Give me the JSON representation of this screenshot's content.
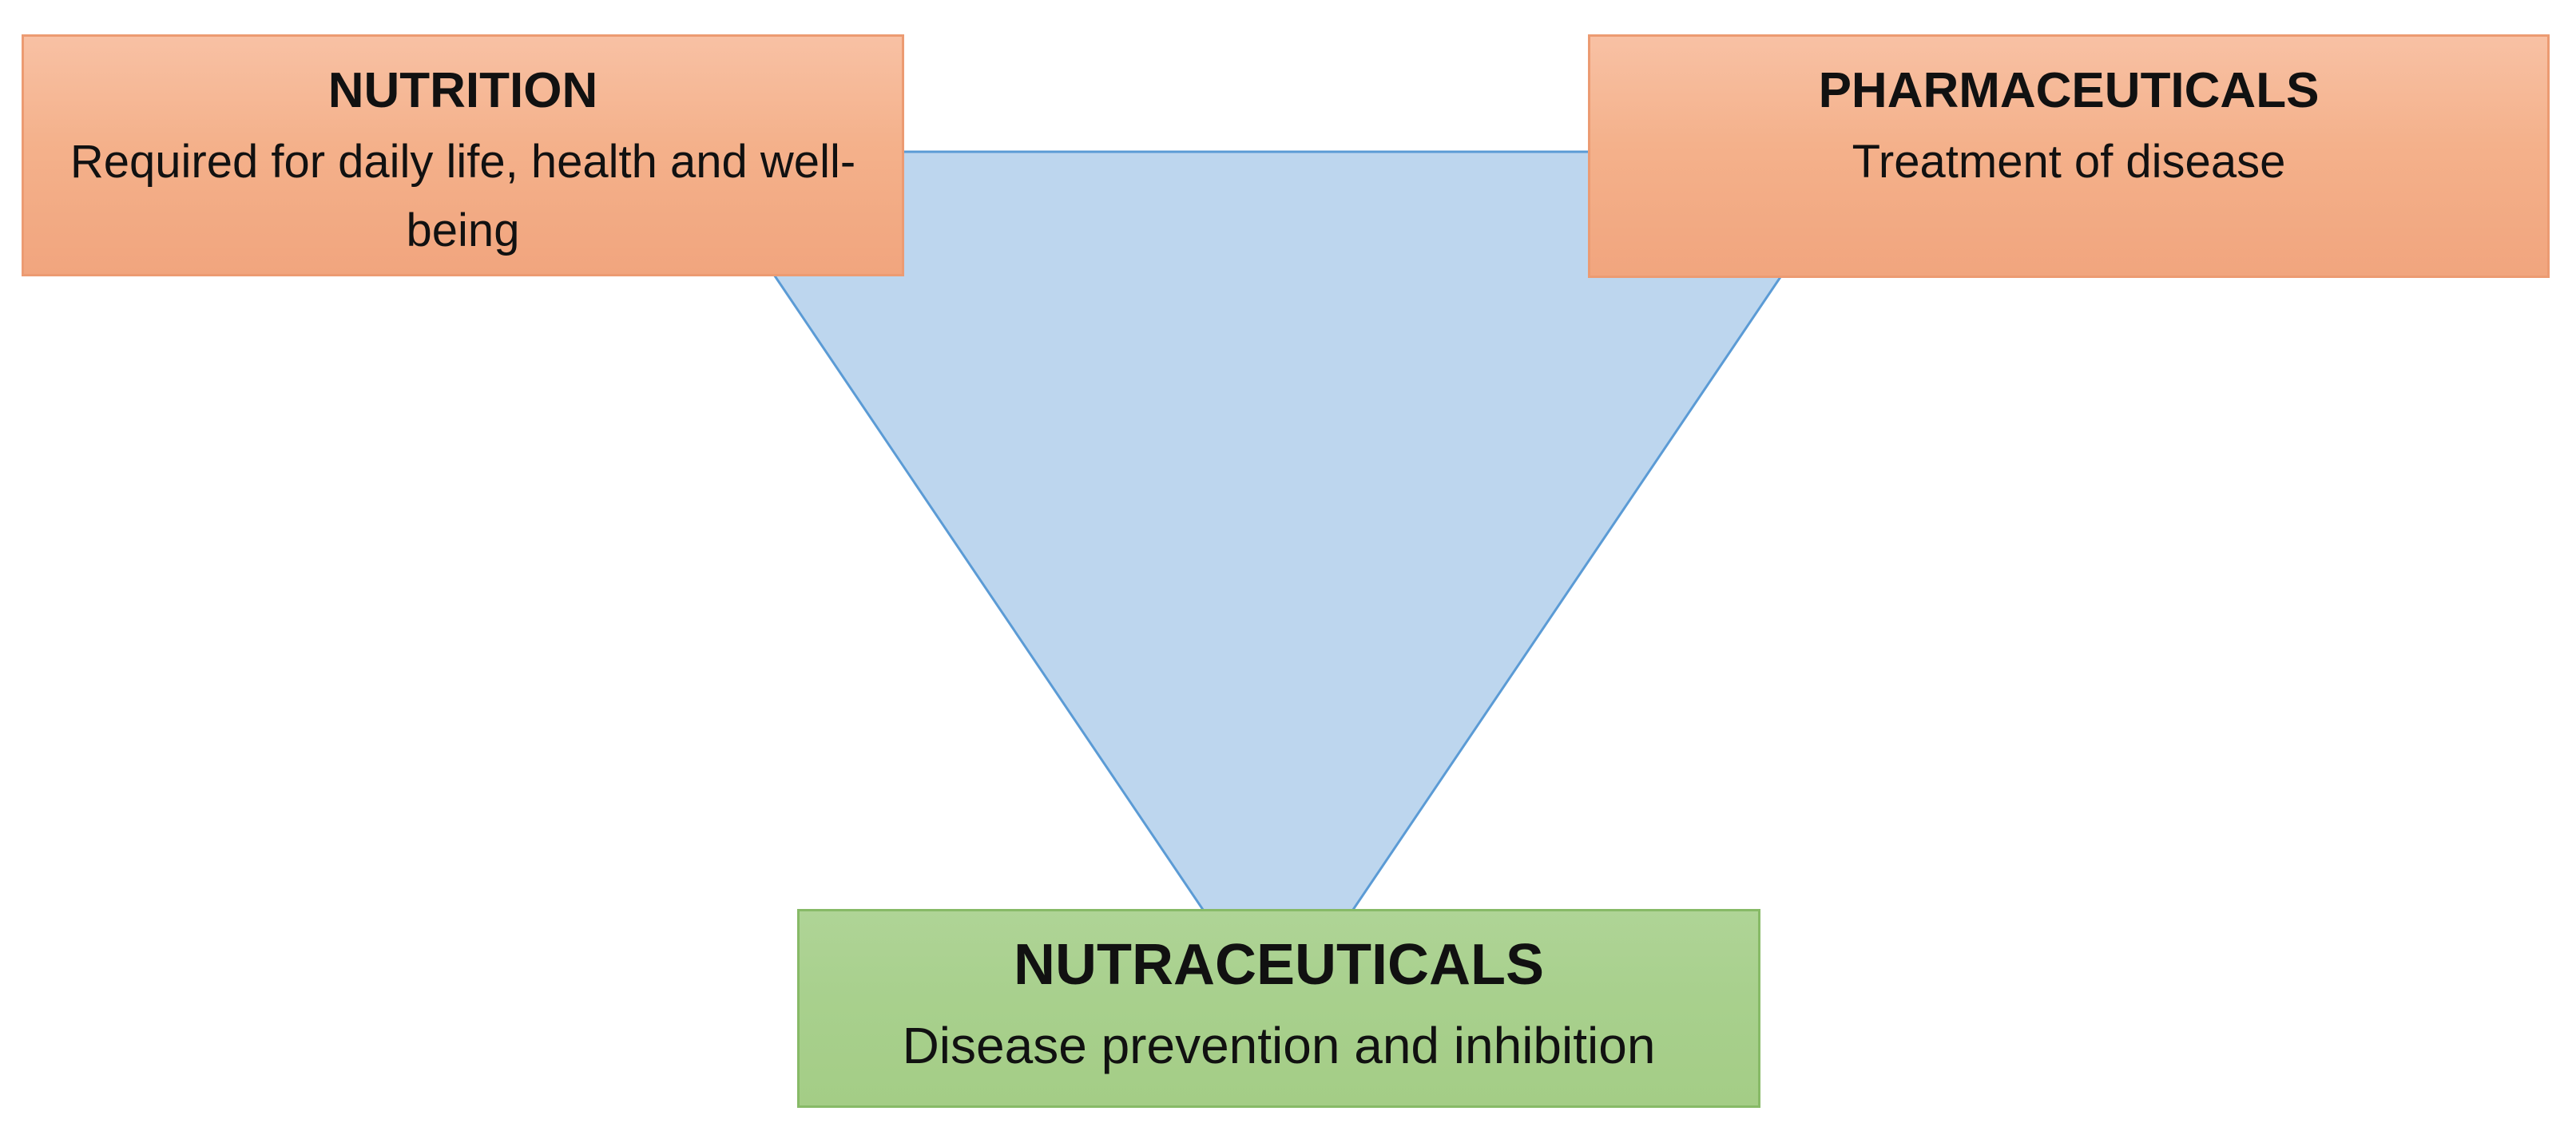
{
  "diagram": {
    "background_color": "#ffffff",
    "text_color": "#111111",
    "connector": {
      "shape": "inverted-triangle",
      "fill_color": "#bdd6ee",
      "stroke_color": "#5b9bd5"
    },
    "nodes": [
      {
        "id": "nutrition",
        "title": "NUTRITION",
        "subtitle": "Required for daily life, health and well-being",
        "fill_color": "#f4b18b",
        "border_color": "#ec9b72"
      },
      {
        "id": "pharmaceuticals",
        "title": "PHARMACEUTICALS",
        "subtitle": "Treatment of disease",
        "fill_color": "#f4b18b",
        "border_color": "#ec9b72"
      },
      {
        "id": "nutraceuticals",
        "title": "NUTRACEUTICALS",
        "subtitle": "Disease prevention and inhibition",
        "fill_color": "#a8d08d",
        "border_color": "#87ba67"
      }
    ]
  }
}
